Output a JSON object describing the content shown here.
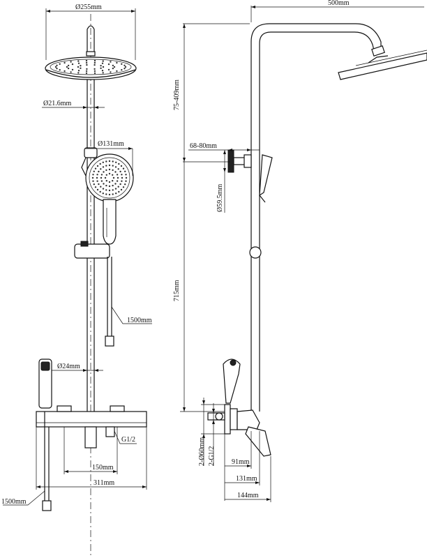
{
  "labels": {
    "head_diameter": "Ø255mm",
    "pipe_diameter": "Ø21.6mm",
    "hand_shower_diameter": "Ø131mm",
    "hose_length_upper": "1500mm",
    "spout_diameter": "Ø24mm",
    "thread_g12": "G1/2",
    "center_distance": "150mm",
    "mixer_width": "311mm",
    "hose_length_lower": "1500mm",
    "arm_length": "500mm",
    "height_adjust": "75-409mm",
    "bracket_depth": "68-80mm",
    "bracket_diameter": "Ø59.5mm",
    "riser_height": "715mm",
    "cover_diameter": "2-Ø60mm",
    "thread_2g12": "2-G1/2",
    "depth_91": "91mm",
    "depth_131": "131mm",
    "depth_144": "144mm"
  }
}
